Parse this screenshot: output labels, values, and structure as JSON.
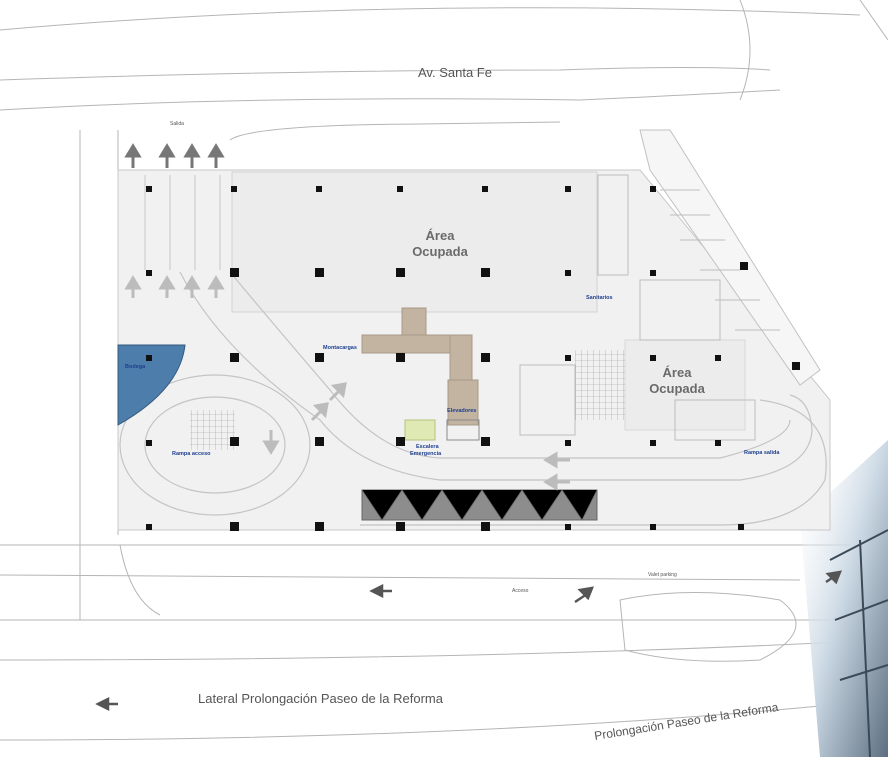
{
  "streets": {
    "top": "Av. Santa Fe",
    "lateral": "Lateral Prolongación Paseo de la Reforma",
    "main": "Prolongación Paseo de la Reforma"
  },
  "areas": {
    "left_line1": "Área",
    "left_line2": "Ocupada",
    "right_line1": "Área",
    "right_line2": "Ocupada"
  },
  "labels": {
    "salida": "Salida",
    "bodega": "Bodega",
    "rampa_acceso": "Rampa acceso",
    "montacargas": "Montacargas",
    "sanitarios": "Sanitarios",
    "elevadores": "Elevadores",
    "escalera_line1": "Escalera",
    "escalera_line2": "Emergencia",
    "rampa_salida": "Rampa salida",
    "valet": "Valet parking",
    "acceso": "Acceso"
  },
  "colors": {
    "bodega": "#4d7eab",
    "core": "#c2b4a0",
    "escalera": "#dfe9b4",
    "ramp_bar": "#8d8d8d",
    "arrow": "#777777",
    "column": "#111111"
  }
}
